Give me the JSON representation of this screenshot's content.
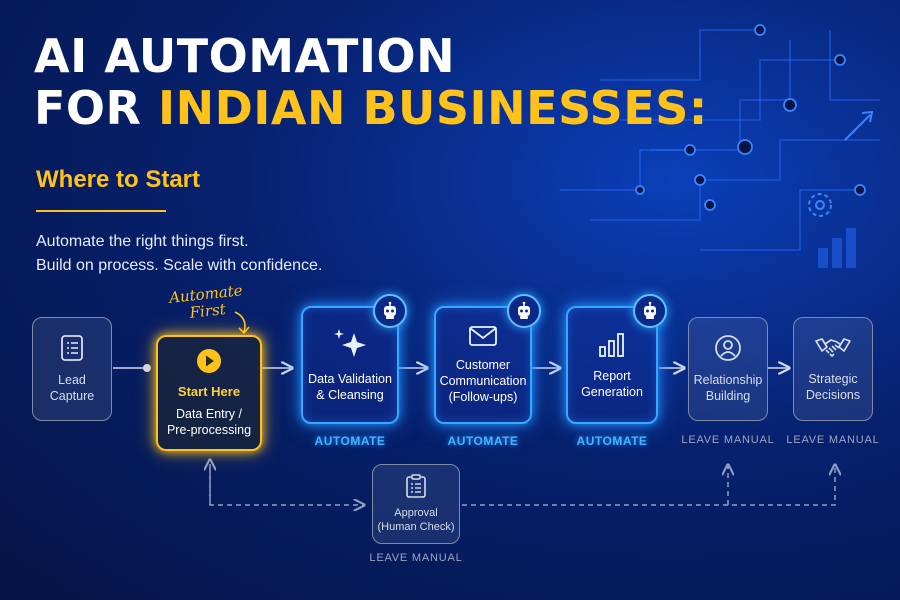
{
  "title": {
    "line1": "AI AUTOMATION",
    "line2_prefix": "FOR ",
    "line2_highlight": "INDIAN BUSINESSES:"
  },
  "subtitle": "Where to Start",
  "tagline": [
    "Automate the right things first.",
    "Build on process. Scale with confidence."
  ],
  "annotation": [
    "Automate",
    "First"
  ],
  "nodes": {
    "lead": {
      "label": "Lead\nCapture",
      "icon": "document-list-icon"
    },
    "start": {
      "heading": "Start Here",
      "label": "Data Entry /\nPre-processing",
      "icon": "play-icon"
    },
    "validation": {
      "label": "Data Validation\n& Cleansing",
      "icon": "sparkle-icon",
      "tag": "AUTOMATE"
    },
    "communication": {
      "label": "Customer\nCommunication\n(Follow-ups)",
      "icon": "envelope-icon",
      "tag": "AUTOMATE"
    },
    "report": {
      "label": "Report\nGeneration",
      "icon": "bar-chart-icon",
      "tag": "AUTOMATE"
    },
    "relationship": {
      "label": "Relationship\nBuilding",
      "icon": "person-icon",
      "tag": "LEAVE MANUAL"
    },
    "strategic": {
      "label": "Strategic\nDecisions",
      "icon": "handshake-icon",
      "tag": "LEAVE MANUAL"
    },
    "approval": {
      "label": "Approval\n(Human Check)",
      "icon": "clipboard-icon",
      "tag": "LEAVE MANUAL"
    }
  },
  "colors": {
    "accent": "#ffc21a",
    "automate": "#38a8ff",
    "manual": "#7d8aa8",
    "background": "#07216f"
  }
}
